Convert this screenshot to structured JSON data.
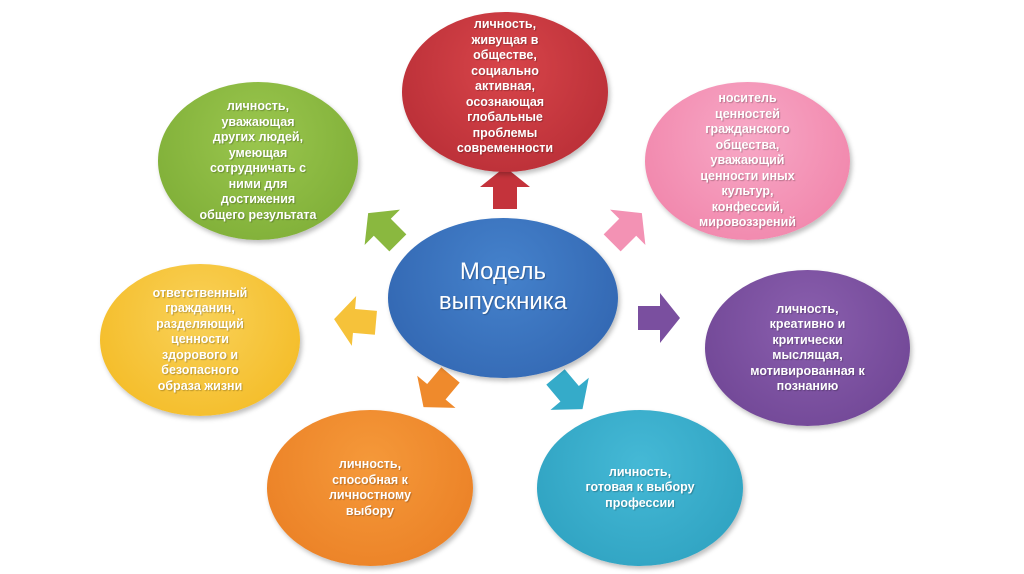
{
  "center": {
    "label": "Модель\nвыпускника",
    "color": "#3a70bd"
  },
  "nodes": [
    {
      "id": "social",
      "label": "личность,\nживущая в\nобществе,\nсоциально\nактивная,\nосознающая\nглобальные\nпроблемы\nсовременности",
      "color": "#c4333b"
    },
    {
      "id": "civil-values",
      "label": "носитель\nценностей\nгражданского\nобщества,\nуважающий\nценности иных\nкультур,\nконфессий,\nмировоззрений",
      "color": "#f392b4"
    },
    {
      "id": "creative",
      "label": "личность,\nкреативно и\nкритически\nмыслящая,\nмотивированная к\nпознанию",
      "color": "#7a4f9f"
    },
    {
      "id": "profession",
      "label": "личность,\nготовая к выбору\nпрофессии",
      "color": "#35abc9"
    },
    {
      "id": "personal-choice",
      "label": "личность,\nспособная к\nличностному\nвыбору",
      "color": "#ef8a2c"
    },
    {
      "id": "healthy",
      "label": "ответственный\nгражданин,\nразделяющий\nценности\nздорового и\nбезопасного\nобраза жизни",
      "color": "#f6c23a"
    },
    {
      "id": "cooperative",
      "label": "личность,\nуважающая\nдругих людей,\nумеющая\nсотрудничать с\nними для\nдостижения\nобщего результата",
      "color": "#8ab83f"
    }
  ]
}
